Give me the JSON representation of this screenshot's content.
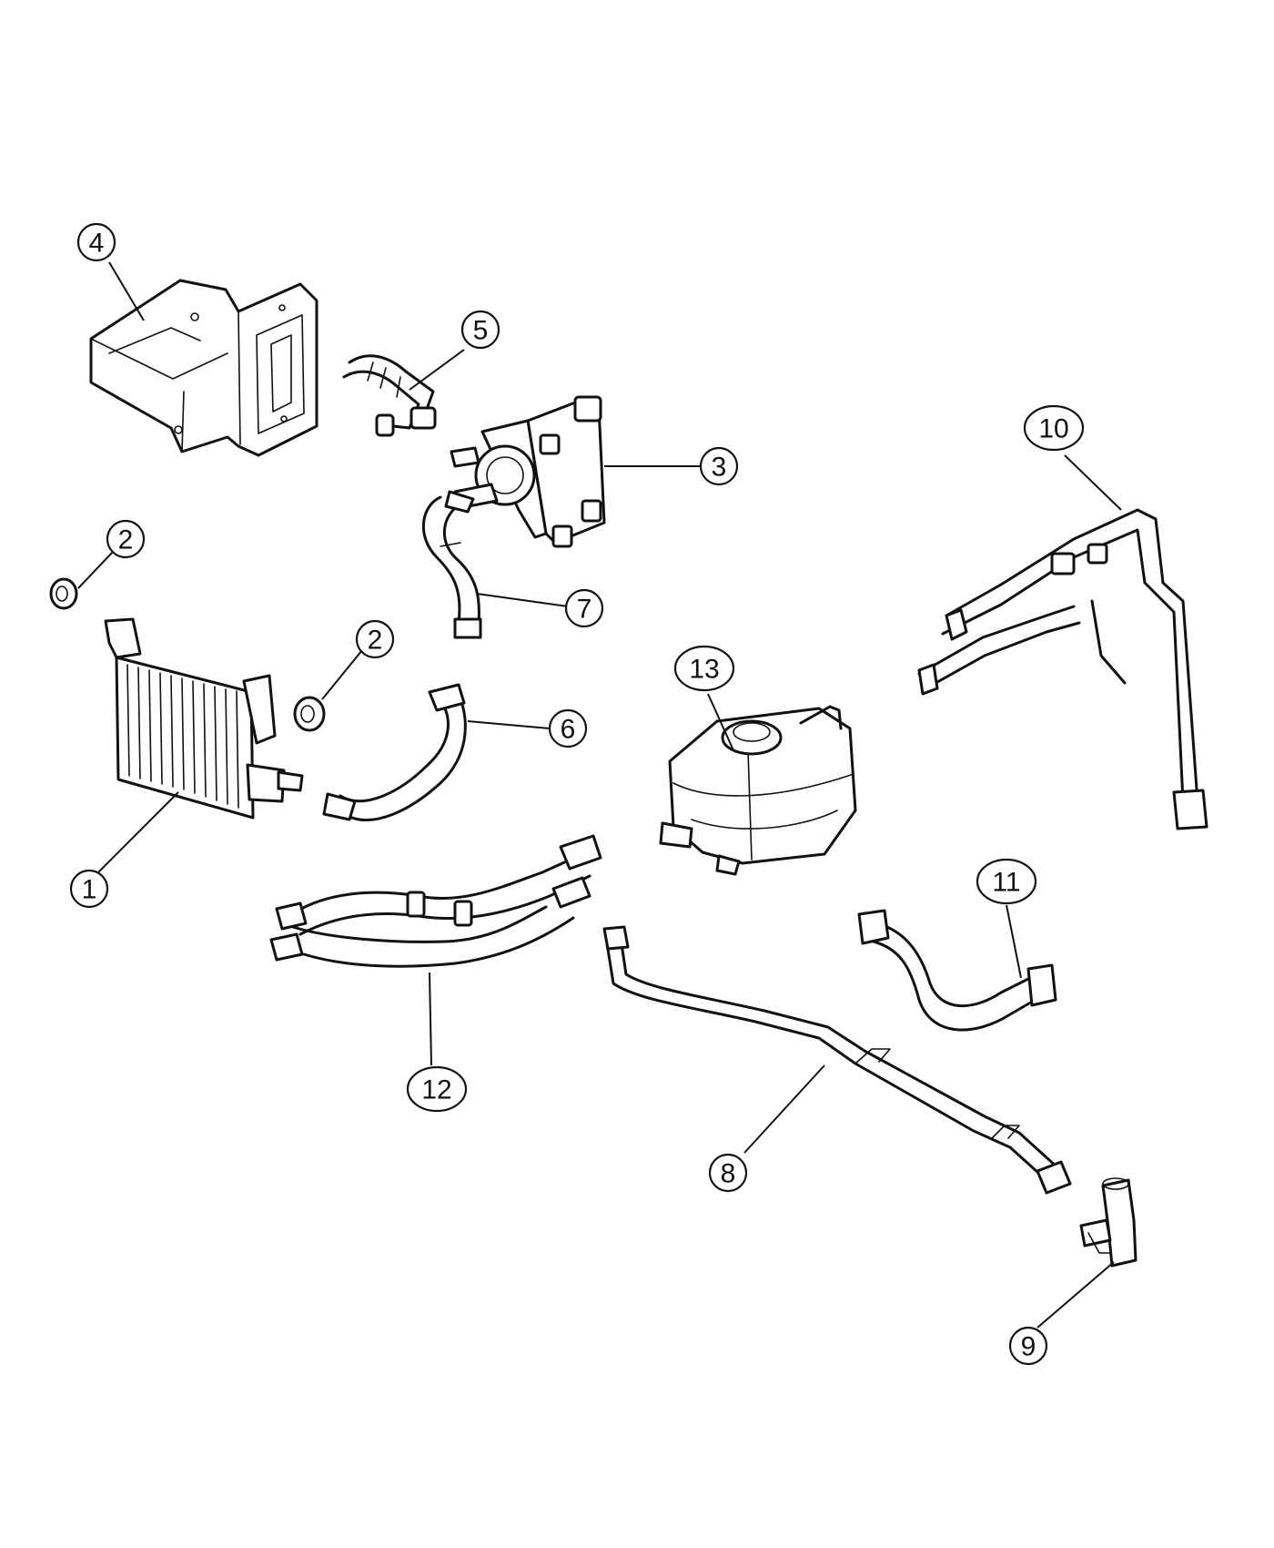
{
  "callouts": [
    {
      "id": "1",
      "label": "1"
    },
    {
      "id": "2a",
      "label": "2"
    },
    {
      "id": "2b",
      "label": "2"
    },
    {
      "id": "3",
      "label": "3"
    },
    {
      "id": "4",
      "label": "4"
    },
    {
      "id": "5",
      "label": "5"
    },
    {
      "id": "6",
      "label": "6"
    },
    {
      "id": "7",
      "label": "7"
    },
    {
      "id": "8",
      "label": "8"
    },
    {
      "id": "9",
      "label": "9"
    },
    {
      "id": "10",
      "label": "10"
    },
    {
      "id": "11",
      "label": "11"
    },
    {
      "id": "12",
      "label": "12"
    },
    {
      "id": "13",
      "label": "13"
    }
  ]
}
